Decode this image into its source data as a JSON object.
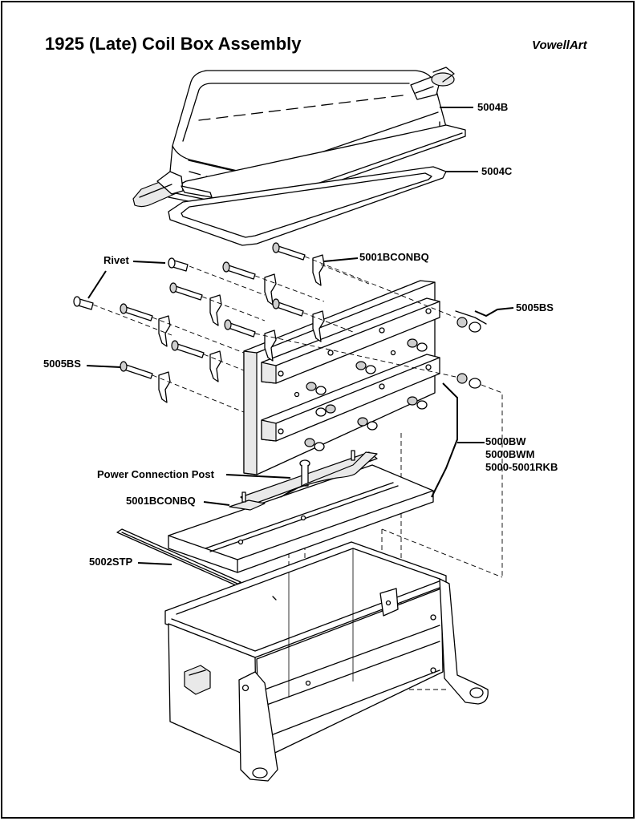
{
  "title": "1925 (Late) Coil Box Assembly",
  "brand": "VowellArt",
  "labels": {
    "lid": "5004B",
    "gasket": "5004C",
    "conbq_top": "5001BCONBQ",
    "rivet": "Rivet",
    "bs_right": "5005BS",
    "bs_left": "5005BS",
    "bw": "5000BW",
    "bwm": "5000BWM",
    "rkb": "5000-5001RKB",
    "power_post": "Power Connection Post",
    "conbq_mid": "5001BCONBQ",
    "stp": "5002STP"
  }
}
